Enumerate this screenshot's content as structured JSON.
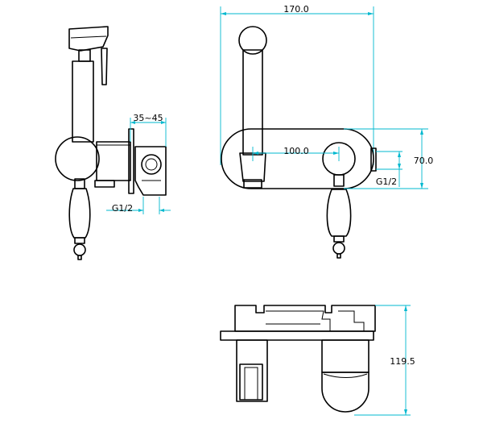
{
  "dimensions": {
    "overall_width": "170.0",
    "center_distance": "100.0",
    "plate_height": "70.0",
    "wall_depth": "35~45",
    "thread_side": "G1/2",
    "thread_front": "G1/2",
    "overall_depth": "119.5"
  },
  "colors": {
    "outline": "#000000",
    "dimension_line": "#00b8cf"
  }
}
